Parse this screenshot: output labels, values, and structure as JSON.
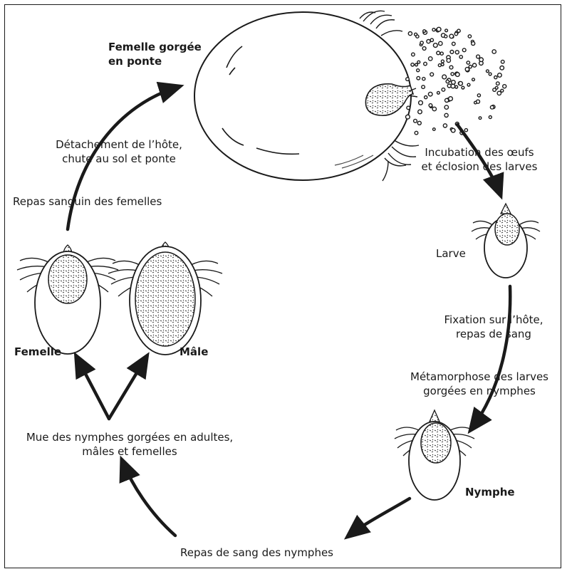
{
  "figure": {
    "stages": {
      "engorged_female": {
        "line1": "Femelle gorgée",
        "line2": "en ponte"
      },
      "larva": "Larve",
      "nymph": "Nymphe",
      "female": "Femelle",
      "male": "Mâle"
    },
    "transitions": {
      "incubation": {
        "line1": "Incubation des œufs",
        "line2": "et éclosion des larves"
      },
      "larva_feeding": {
        "line1": "Fixation sur l’hôte,",
        "line2": "repas de sang"
      },
      "larva_molt": {
        "line1": "Métamorphose des larves",
        "line2": "gorgées en nymphes"
      },
      "nymph_meal": "Repas de sang des nymphes",
      "nymph_molt": {
        "line1": "Mue des nymphes gorgées en adultes,",
        "line2": "mâles et femelles"
      },
      "female_meal": "Repas sanguin des femelles",
      "detachment": {
        "line1": "Détachement de l’hôte,",
        "line2": "chute au sol et ponte"
      }
    }
  },
  "colors": {
    "ink": "#1a1a1a",
    "background": "#ffffff"
  }
}
